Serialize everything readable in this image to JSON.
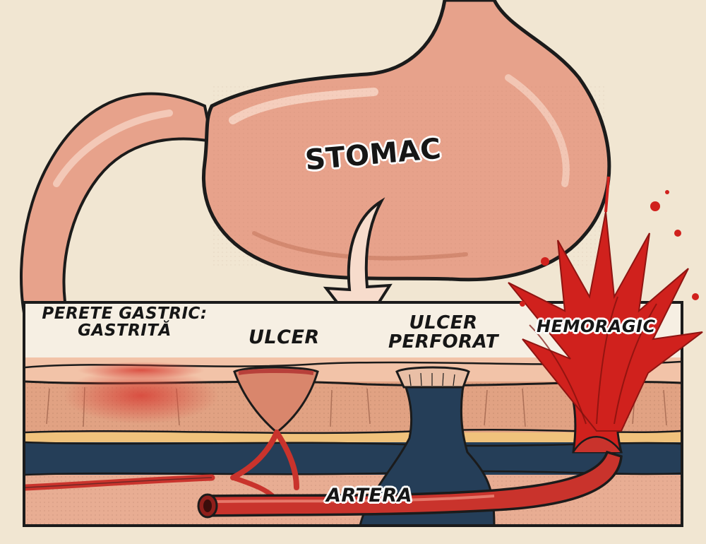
{
  "labels": {
    "stomach": "STOMAC",
    "gastric_wall_line1": "PERETE GASTRIC:",
    "gastric_wall_line2": "GASTRITĂ",
    "ulcer": "ULCER",
    "perforated_line1": "ULCER",
    "perforated_line2": "PERFORAT",
    "hemorrhagic": "HEMORAGIC",
    "artery": "ARTERA"
  },
  "colors": {
    "background": "#f1e6d2",
    "stomach": "#e7a28b",
    "mucosa": "#f2c3a8",
    "muscle": "#e1a283",
    "fat_band": "#f0c27c",
    "deep_layer": "#253e58",
    "artery": "#c9332c",
    "blood": "#d0211d",
    "inflammation": "#d8463a",
    "outline": "#1b1b1b"
  }
}
